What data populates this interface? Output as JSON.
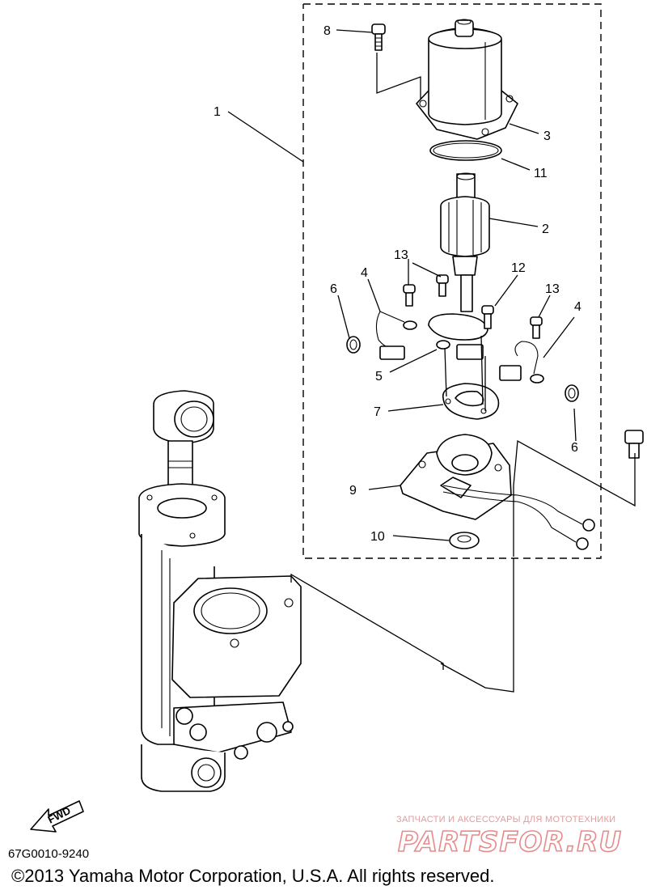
{
  "callouts": {
    "c1": "1",
    "c2": "2",
    "c3": "3",
    "c4a": "4",
    "c4b": "4",
    "c5": "5",
    "c6a": "6",
    "c6b": "6",
    "c7": "7",
    "c8": "8",
    "c9": "9",
    "c10": "10",
    "c11": "11",
    "c12": "12",
    "c13a": "13",
    "c13b": "13"
  },
  "fwd_label": "FWD",
  "diagram_code": "67G0010-9240",
  "copyright": "©2013 Yamaha Motor Corporation, U.S.A. All rights reserved.",
  "watermark": {
    "tagline": "ЗАПЧАСТИ И АКСЕССУАРЫ ДЛЯ МОТОТЕХНИКИ",
    "brand": "PARTSFOR.RU"
  }
}
